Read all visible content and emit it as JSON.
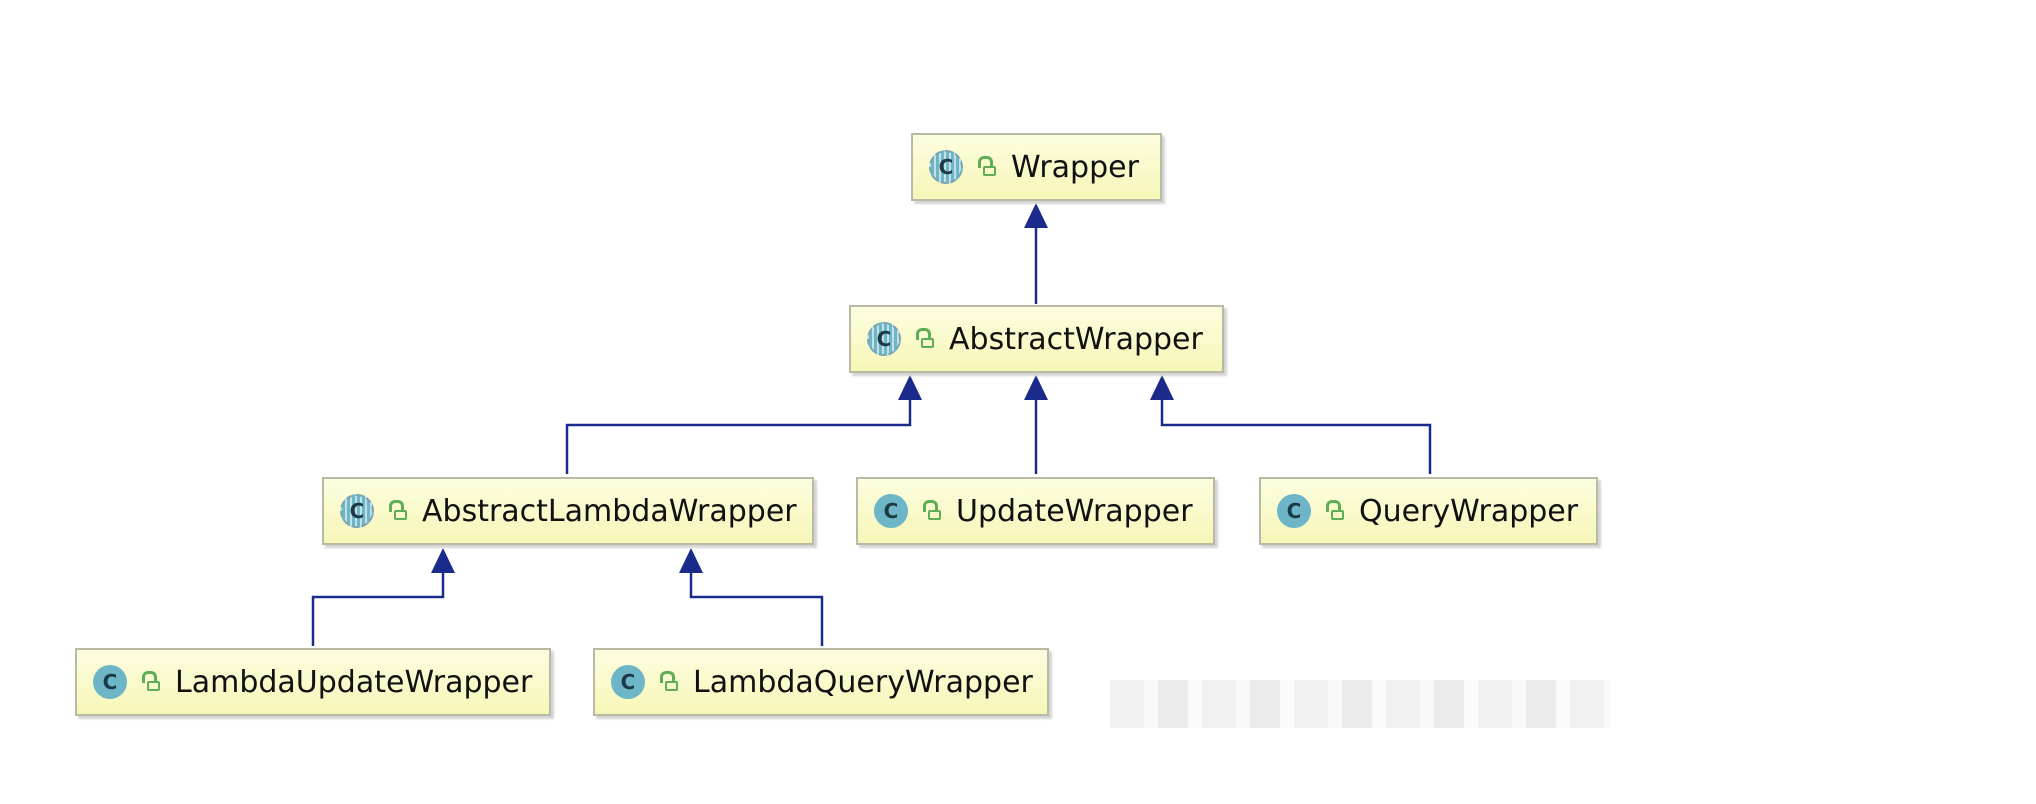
{
  "diagram": {
    "nodes": [
      {
        "id": "wrapper",
        "label": "Wrapper",
        "kind": "abstract"
      },
      {
        "id": "abstract-wrapper",
        "label": "AbstractWrapper",
        "kind": "abstract"
      },
      {
        "id": "abstract-lambda-wrapper",
        "label": "AbstractLambdaWrapper",
        "kind": "abstract"
      },
      {
        "id": "update-wrapper",
        "label": "UpdateWrapper",
        "kind": "class"
      },
      {
        "id": "query-wrapper",
        "label": "QueryWrapper",
        "kind": "class"
      },
      {
        "id": "lambda-update-wrapper",
        "label": "LambdaUpdateWrapper",
        "kind": "class"
      },
      {
        "id": "lambda-query-wrapper",
        "label": "LambdaQueryWrapper",
        "kind": "class"
      }
    ],
    "edges": [
      {
        "from": "abstract-wrapper",
        "to": "wrapper"
      },
      {
        "from": "abstract-lambda-wrapper",
        "to": "abstract-wrapper"
      },
      {
        "from": "update-wrapper",
        "to": "abstract-wrapper"
      },
      {
        "from": "query-wrapper",
        "to": "abstract-wrapper"
      },
      {
        "from": "lambda-update-wrapper",
        "to": "abstract-lambda-wrapper"
      },
      {
        "from": "lambda-query-wrapper",
        "to": "abstract-lambda-wrapper"
      }
    ],
    "class_icon_letter": "C",
    "colors": {
      "node_fill": "#f9f9c6",
      "node_border": "#b9b9a4",
      "edge": "#1a2b8c",
      "class_icon": "#6cb6c7",
      "access_icon": "#5fae57"
    }
  }
}
